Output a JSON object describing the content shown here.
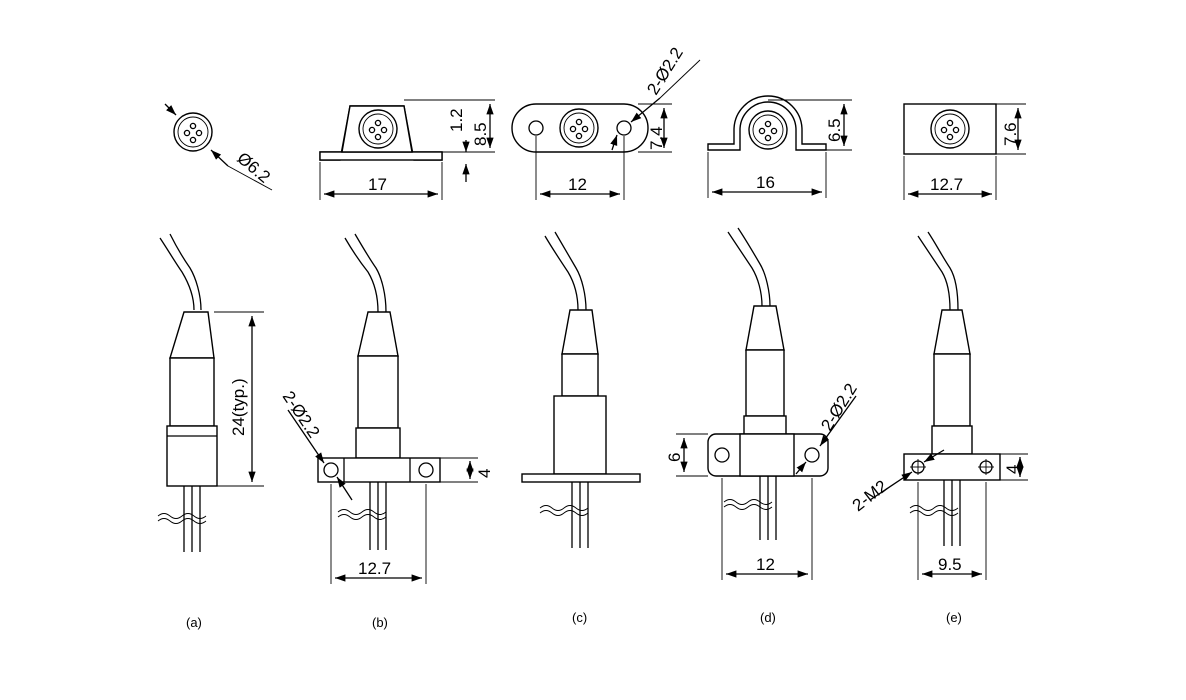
{
  "views": {
    "a": {
      "caption": "(a)",
      "dim_diameter": "Ø6.2",
      "dim_length": "24(typ.)"
    },
    "b": {
      "caption": "(b)",
      "dim_top_height_small": "1.2",
      "dim_top_height": "8.5",
      "dim_top_width": "17",
      "dim_holes": "2-Ø2.2",
      "dim_flange_height": "4",
      "dim_flange_width": "12.7"
    },
    "c": {
      "caption": "(c)",
      "dim_holes": "2-Ø2.2",
      "dim_top_height": "7.4",
      "dim_top_width": "12"
    },
    "d": {
      "caption": "(d)",
      "dim_top_height": "6.5",
      "dim_top_width": "16",
      "dim_holes": "2-Ø2.2",
      "dim_flange_height": "6",
      "dim_flange_width": "12"
    },
    "e": {
      "caption": "(e)",
      "dim_top_height": "7.6",
      "dim_top_width": "12.7",
      "dim_thread": "2-M2",
      "dim_flange_height": "4",
      "dim_flange_width": "9.5"
    }
  }
}
